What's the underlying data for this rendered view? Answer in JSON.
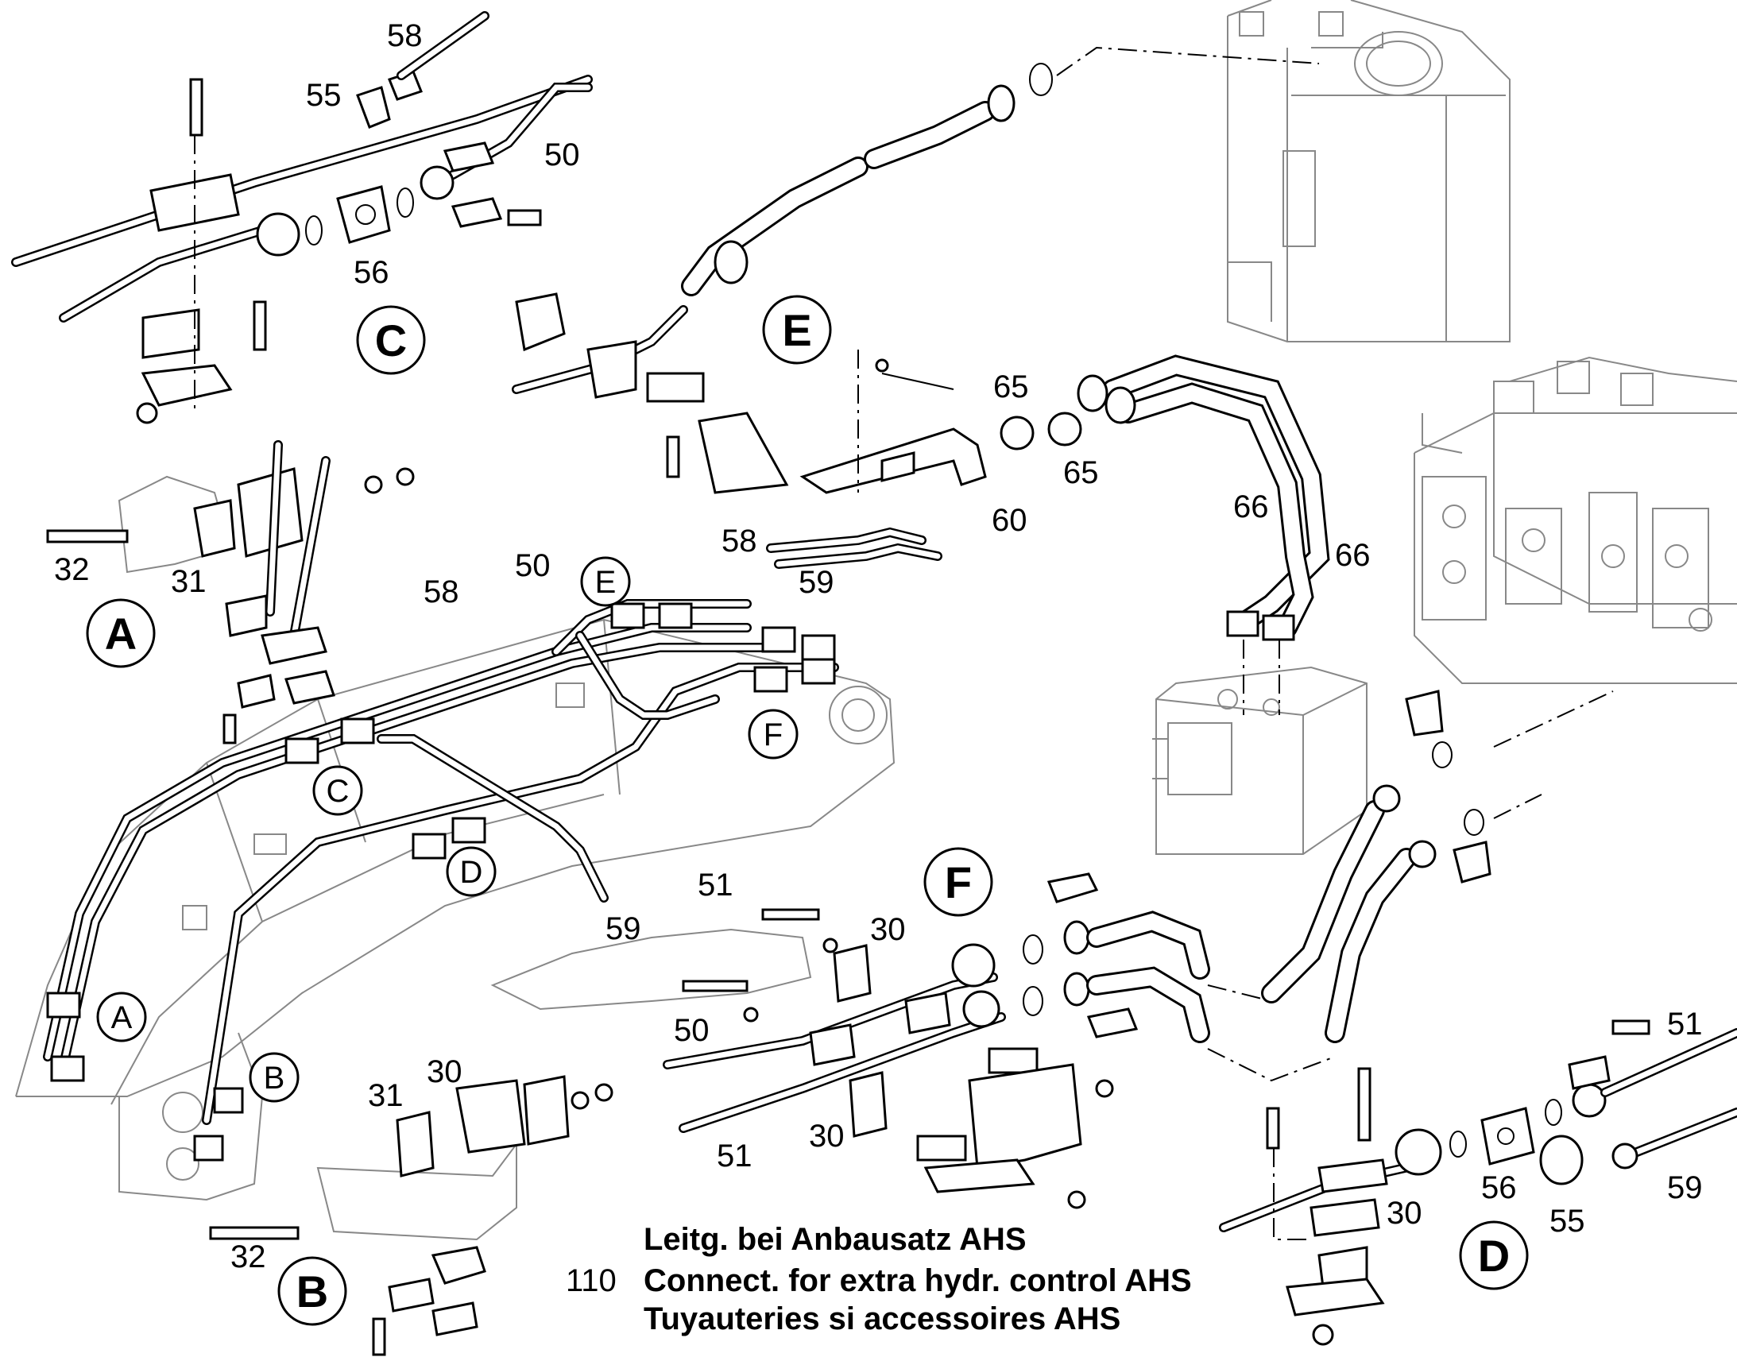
{
  "caption": {
    "number": "110",
    "line_de": "Leitg. bei  Anbausatz AHS",
    "line_en": "Connect. for extra hydr. control AHS",
    "line_fr": "Tuyauteries si accessoires AHS"
  },
  "detail_views": {
    "A": "A",
    "B": "B",
    "C": "C",
    "D": "D",
    "E": "E",
    "F": "F"
  },
  "part_numbers": {
    "p30": "30",
    "p31": "31",
    "p32": "32",
    "p50": "50",
    "p51": "51",
    "p55": "55",
    "p56": "56",
    "p58": "58",
    "p59": "59",
    "p60": "60",
    "p65": "65",
    "p66": "66"
  }
}
